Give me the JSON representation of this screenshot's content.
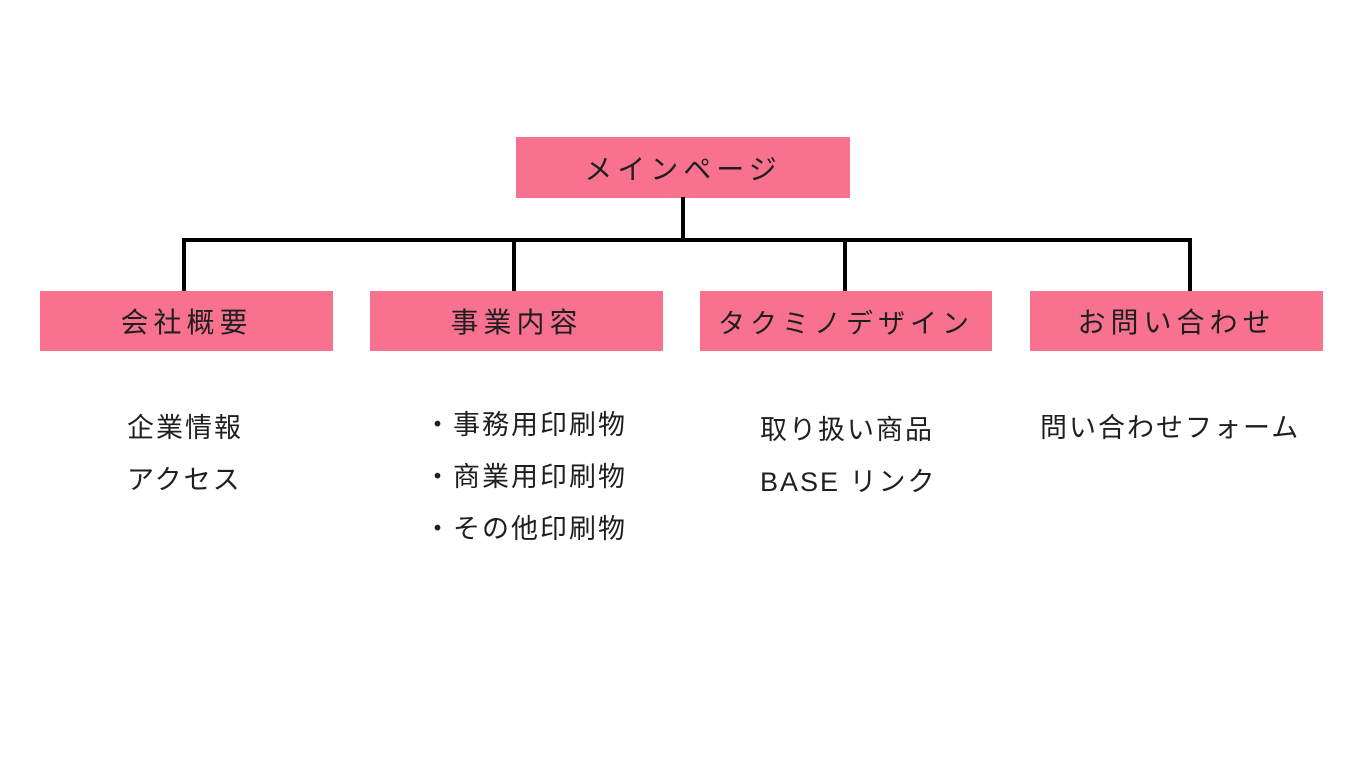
{
  "colors": {
    "background": "#ffffff",
    "box_fill": "#f8728f",
    "line": "#000000",
    "text": "#1f1f1f"
  },
  "root": {
    "label": "メインページ"
  },
  "branches": [
    {
      "label": "会社概要",
      "items": [
        "企業情報",
        "アクセス"
      ]
    },
    {
      "label": "事業内容",
      "items": [
        "・事務用印刷物",
        "・商業用印刷物",
        "・その他印刷物"
      ]
    },
    {
      "label": "タクミノデザイン",
      "items": [
        "取り扱い商品",
        "BASE リンク"
      ]
    },
    {
      "label": "お問い合わせ",
      "items": [
        "問い合わせフォーム"
      ]
    }
  ]
}
